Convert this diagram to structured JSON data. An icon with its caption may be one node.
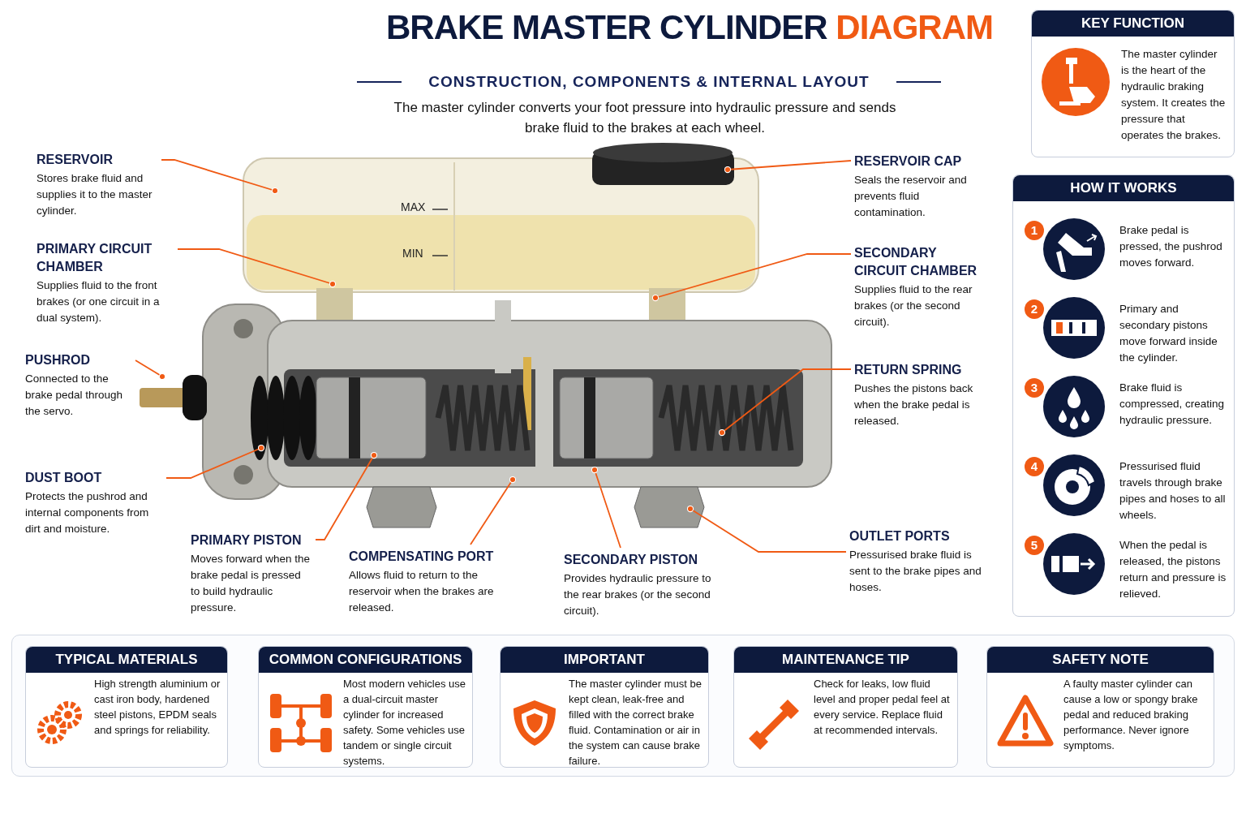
{
  "diagram": {
    "title": "BRAKE MASTER CYLINDER DIAGRAM",
    "nodes": [
      {
        "text": [
          "RESERVOIR",
          "Stores brake fluid and supplies it to the master cylinder."
        ]
      },
      {
        "text": [
          "RESERVOIR CAP",
          "Seals the reservoir and prevents fluid contamination."
        ]
      },
      {
        "text": [
          "PRIMARY CIRCUIT CHAMBER",
          "Supplies fluid to the front brakes (or one circuit in a dual system)."
        ]
      },
      {
        "text": [
          "SECONDARY CIRCUIT CHAMBER",
          "Supplies fluid to the rear brakes (or the second circuit)."
        ]
      },
      {
        "text": [
          "PUSHROD",
          "Connected to the brake pedal through the servo."
        ]
      },
      {
        "text": [
          "RETURN SPRING",
          "Pushes the pistons back when the brake pedal is released."
        ]
      },
      {
        "text": [
          "DUST BOOT",
          "Protects the pushrod and internal components from dirt and moisture."
        ]
      },
      {
        "text": [
          "PRIMARY PISTON",
          "Moves forward when the brake pedal is pressed to build hydraulic pressure."
        ]
      },
      {
        "text": [
          "COMPENSATING PORT",
          "Allows fluid to return to the reservoir when the brakes are released."
        ]
      },
      {
        "text": [
          "SECONDARY PISTON",
          "Provides hydraulic pressure to the rear brakes (or the second circuit)."
        ]
      },
      {
        "text": [
          "OUTLET PORTS",
          "Pressurised brake fluid is sent to the brake pipes and hoses."
        ]
      },
      {
        "text": [
          "KEY FUNCTION",
          "The master cylinder is the heart of the hydraulic braking system. It creates the pressure that operates the brakes."
        ]
      },
      {
        "text": [
          "HOW IT WORKS"
        ]
      },
      {
        "text": [
          "1",
          "Brake pedal is pressed, the pushrod moves forward."
        ],
        "in": 12
      },
      {
        "text": [
          "2",
          "Primary and secondary pistons move forward inside the cylinder."
        ],
        "in": 12
      },
      {
        "text": [
          "3",
          "Brake fluid is compressed, creating hydraulic pressure."
        ],
        "in": 12
      },
      {
        "text": [
          "4",
          "Pressurised fluid travels through brake pipes and hoses to all wheels."
        ],
        "in": 12
      },
      {
        "text": [
          "5",
          "When the pedal is released, the pistons return and pressure is relieved."
        ],
        "in": 12
      },
      {
        "text": [],
        "shape": "box"
      },
      {
        "text": [
          "TYPICAL MATERIALS",
          "High strength aluminium or cast iron body, hardened steel pistons, EPDM seals and springs for reliability."
        ],
        "in": 18
      },
      {
        "text": [
          "COMMON CONFIGURATIONS",
          "Most modern vehicles use a dual-circuit master cylinder for increased safety. Some vehicles use tandem or single circuit systems."
        ],
        "in": 18
      },
      {
        "text": [
          "IMPORTANT",
          "The master cylinder must be kept clean, leak-free and filled with the correct brake fluid. Contamination or air in the system can cause brake failure."
        ],
        "in": 18
      },
      {
        "text": [
          "MAINTENANCE TIP",
          "Check for leaks, low fluid level and proper pedal feel at every service. Replace fluid at recommended intervals."
        ],
        "in": 18
      },
      {
        "text": [
          "SAFETY NOTE",
          "A faulty master cylinder can cause a low or spongy brake pedal and reduced braking performance. Never ignore symptoms."
        ],
        "in": 18
      }
    ],
    "edges": [
      {
        "from": 0,
        "to": null,
        "arrow": "other"
      },
      {
        "from": 1,
        "to": null,
        "arrow": "other"
      },
      {
        "from": 2,
        "to": null,
        "arrow": "other"
      },
      {
        "from": 3,
        "to": null,
        "arrow": "other"
      },
      {
        "from": 4,
        "to": null,
        "arrow": "other"
      },
      {
        "from": 5,
        "to": null,
        "arrow": "other"
      },
      {
        "from": 6,
        "to": null,
        "arrow": "other"
      },
      {
        "from": 7,
        "to": null,
        "arrow": "other"
      },
      {
        "from": 8,
        "to": null,
        "arrow": "other"
      },
      {
        "from": 9,
        "to": null,
        "arrow": "other"
      },
      {
        "from": 10,
        "to": null,
        "arrow": "other"
      }
    ],
    "labels": [
      "CONSTRUCTION, COMPONENTS & INTERNAL LAYOUT",
      "The master cylinder converts your foot pressure into hydraulic pressure and sends brake fluid to the brakes at each wheel.",
      "MAX",
      "MIN"
    ]
  }
}
